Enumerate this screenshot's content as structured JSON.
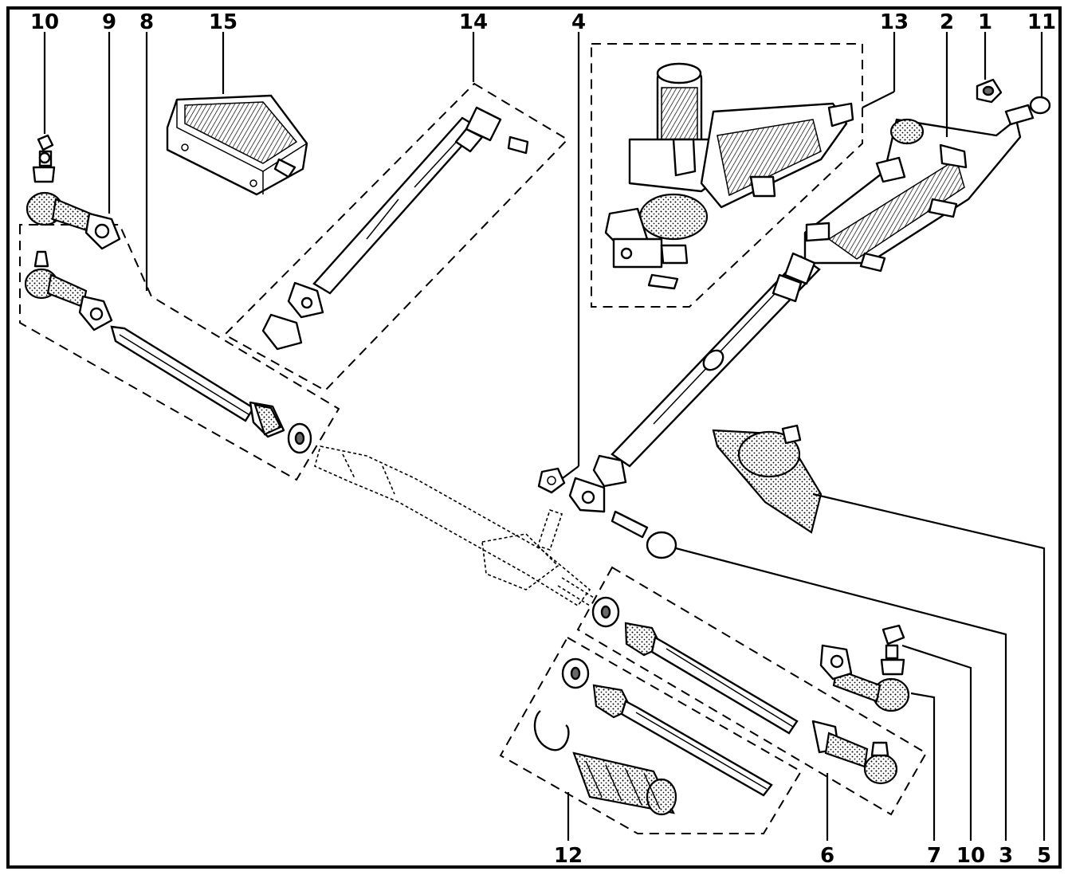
{
  "callouts": {
    "c1": "1",
    "c2": "2",
    "c3": "3",
    "c4": "4",
    "c5": "5",
    "c6": "6",
    "c7": "7",
    "c8": "8",
    "c9": "9",
    "c10_top": "10",
    "c10_bottom": "10",
    "c11": "11",
    "c12": "12",
    "c13": "13",
    "c14": "14",
    "c15": "15"
  }
}
